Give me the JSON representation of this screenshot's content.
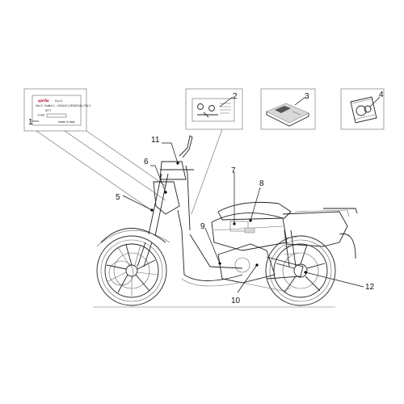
{
  "callouts": [
    "1",
    "2",
    "3",
    "4",
    "5",
    "6",
    "7",
    "8",
    "9",
    "10",
    "11",
    "12"
  ],
  "label_1": {
    "brand": "aprilia",
    "suffix": "S.p.A.",
    "line": "Via G. Galilei 1 - NOALE (VENEZIA) ITALY",
    "mtt": "MTT",
    "type": "TYPE",
    "made": "made in Italy"
  }
}
